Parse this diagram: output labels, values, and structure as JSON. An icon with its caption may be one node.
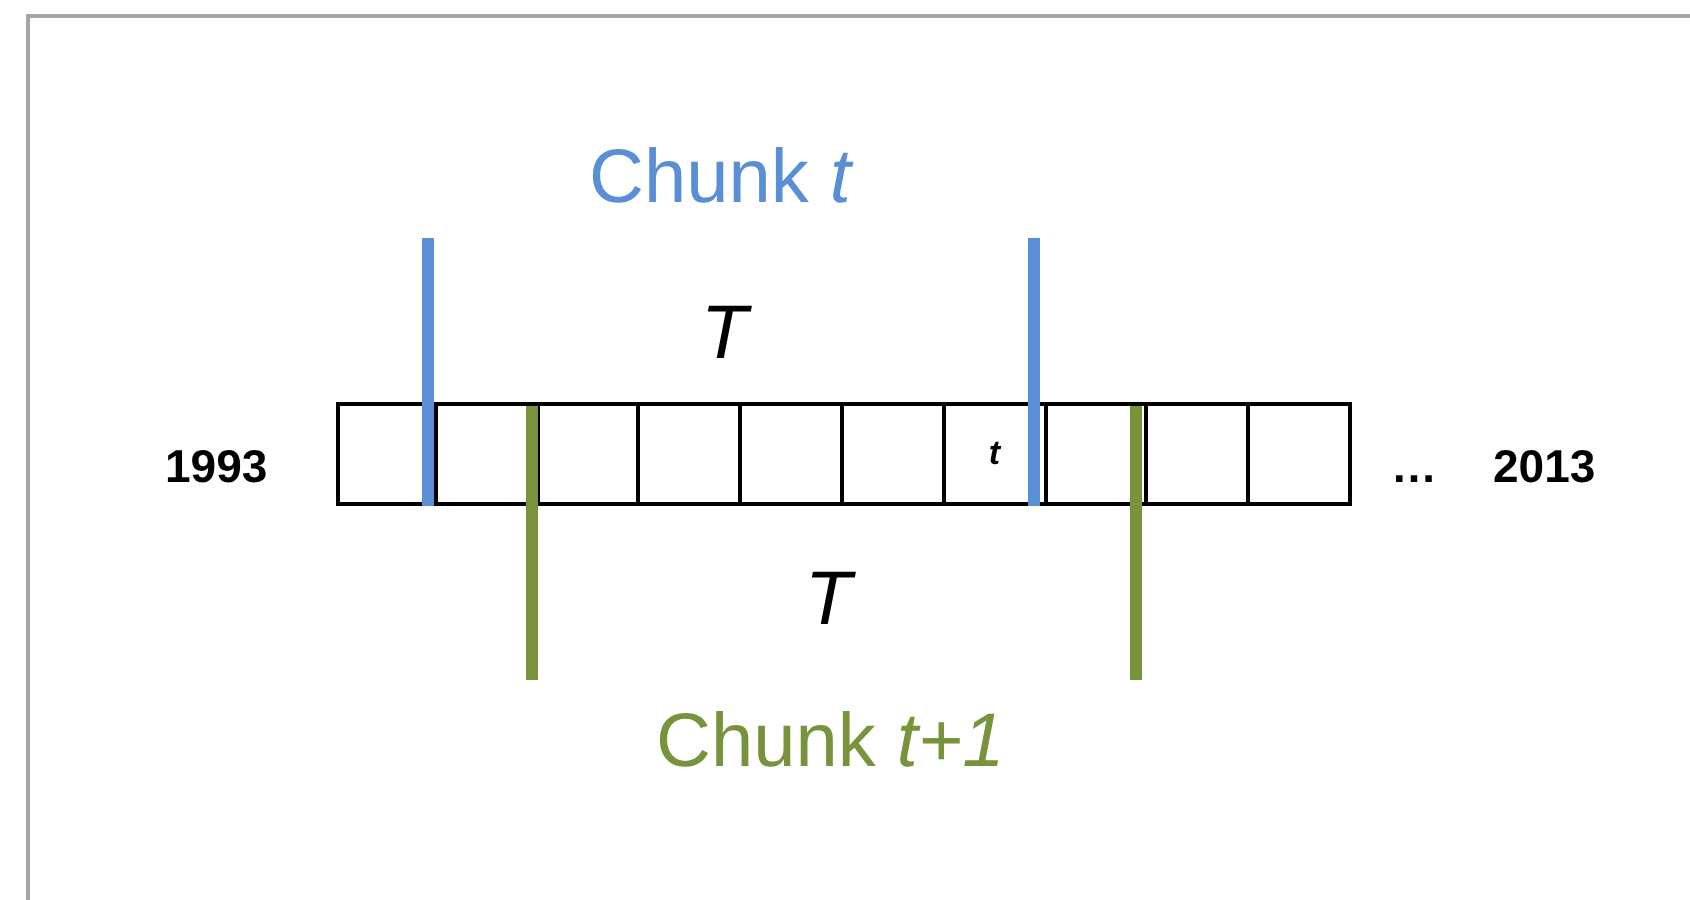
{
  "diagram": {
    "nodes": [
      {
        "text": [],
        "shape": "box"
      },
      {
        "text": [],
        "shape": "box"
      },
      {
        "text": [],
        "shape": "box"
      },
      {
        "text": [],
        "shape": "box"
      },
      {
        "text": [],
        "shape": "box"
      },
      {
        "text": [],
        "shape": "box"
      },
      {
        "text": [
          "t"
        ]
      },
      {
        "text": [],
        "shape": "box"
      },
      {
        "text": [],
        "shape": "box"
      },
      {
        "text": [],
        "shape": "box"
      }
    ],
    "labels": [
      "Chunk *t*",
      "T",
      "1993",
      "…",
      "2013",
      "T",
      "Chunk *t+1*"
    ]
  }
}
